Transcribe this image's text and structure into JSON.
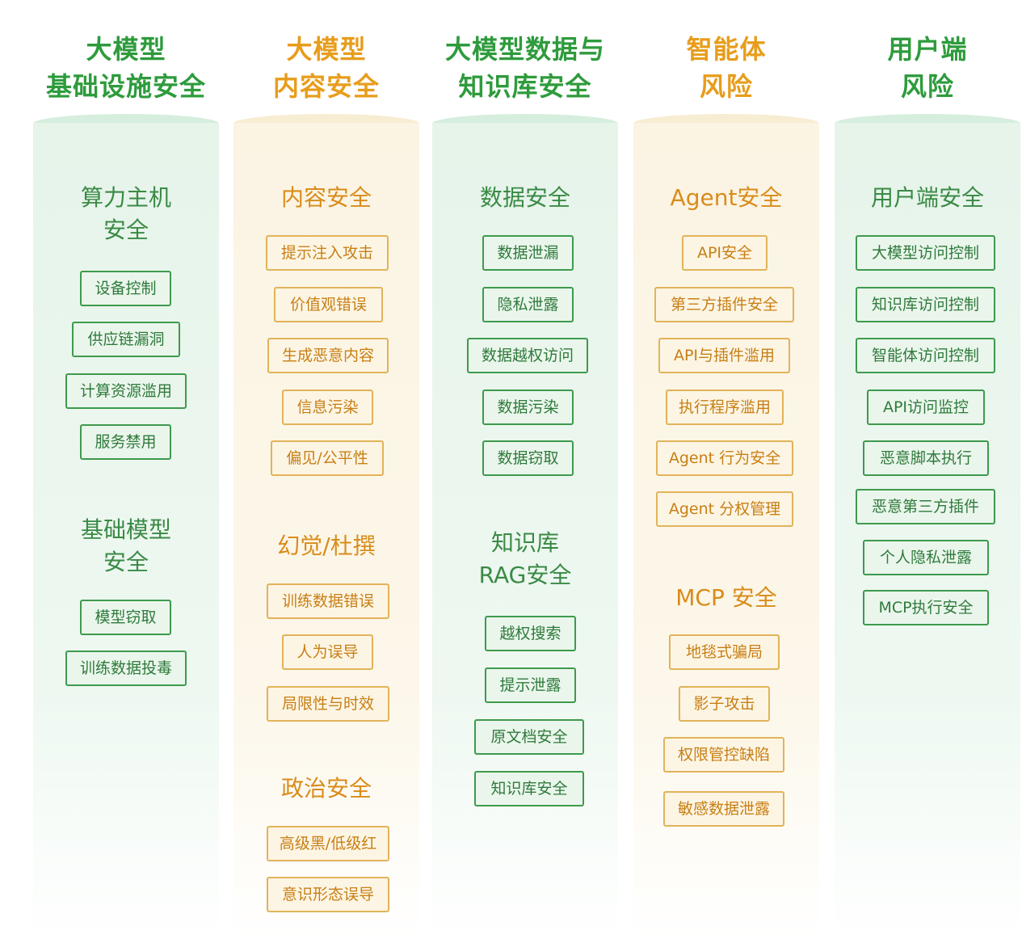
{
  "columns": [
    {
      "title": [
        "大模型",
        "基础设施安全"
      ],
      "sections": [
        {
          "title": [
            "算力主机",
            "安全"
          ],
          "items": [
            "设备控制",
            "供应链漏洞",
            "计算资源滥用",
            "服务禁用"
          ]
        },
        {
          "title": [
            "基础模型",
            "安全"
          ],
          "items": [
            "模型窃取",
            "训练数据投毒"
          ]
        }
      ]
    },
    {
      "title": [
        "大模型",
        "内容安全"
      ],
      "sections": [
        {
          "title": [
            "内容安全"
          ],
          "items": [
            "提示注入攻击",
            "价值观错误",
            "生成恶意内容",
            "信息污染",
            "偏见/公平性"
          ]
        },
        {
          "title": [
            "幻觉/杜撰"
          ],
          "items": [
            "训练数据错误",
            "人为误导",
            "局限性与时效"
          ]
        },
        {
          "title": [
            "政治安全"
          ],
          "items": [
            "高级黑/低级红",
            "意识形态误导"
          ]
        }
      ]
    },
    {
      "title": [
        "大模型数据与",
        "知识库安全"
      ],
      "sections": [
        {
          "title": [
            "数据安全"
          ],
          "items": [
            "数据泄漏",
            "隐私泄露",
            "数据越权访问",
            "数据污染",
            "数据窃取"
          ]
        },
        {
          "title": [
            "知识库",
            "RAG安全"
          ],
          "items": [
            "越权搜索",
            "提示泄露",
            "原文档安全",
            "知识库安全"
          ]
        }
      ]
    },
    {
      "title": [
        "智能体",
        "风险"
      ],
      "sections": [
        {
          "title": [
            "Agent安全"
          ],
          "items": [
            "API安全",
            "第三方插件安全",
            "API与插件滥用",
            "执行程序滥用",
            "Agent 行为安全",
            "Agent 分权管理"
          ]
        },
        {
          "title": [
            "MCP 安全"
          ],
          "items": [
            "地毯式骗局",
            "影子攻击",
            "权限管控缺陷",
            "敏感数据泄露"
          ]
        }
      ]
    },
    {
      "title": [
        "用户端",
        "风险"
      ],
      "sections": [
        {
          "title": [
            "用户端安全"
          ],
          "items": [
            "大模型访问控制",
            "知识库访问控制",
            "智能体访问控制",
            "API访问监控",
            "恶意脚本执行",
            "恶意第三方插件",
            "个人隐私泄露",
            "MCP执行安全"
          ]
        }
      ]
    }
  ]
}
